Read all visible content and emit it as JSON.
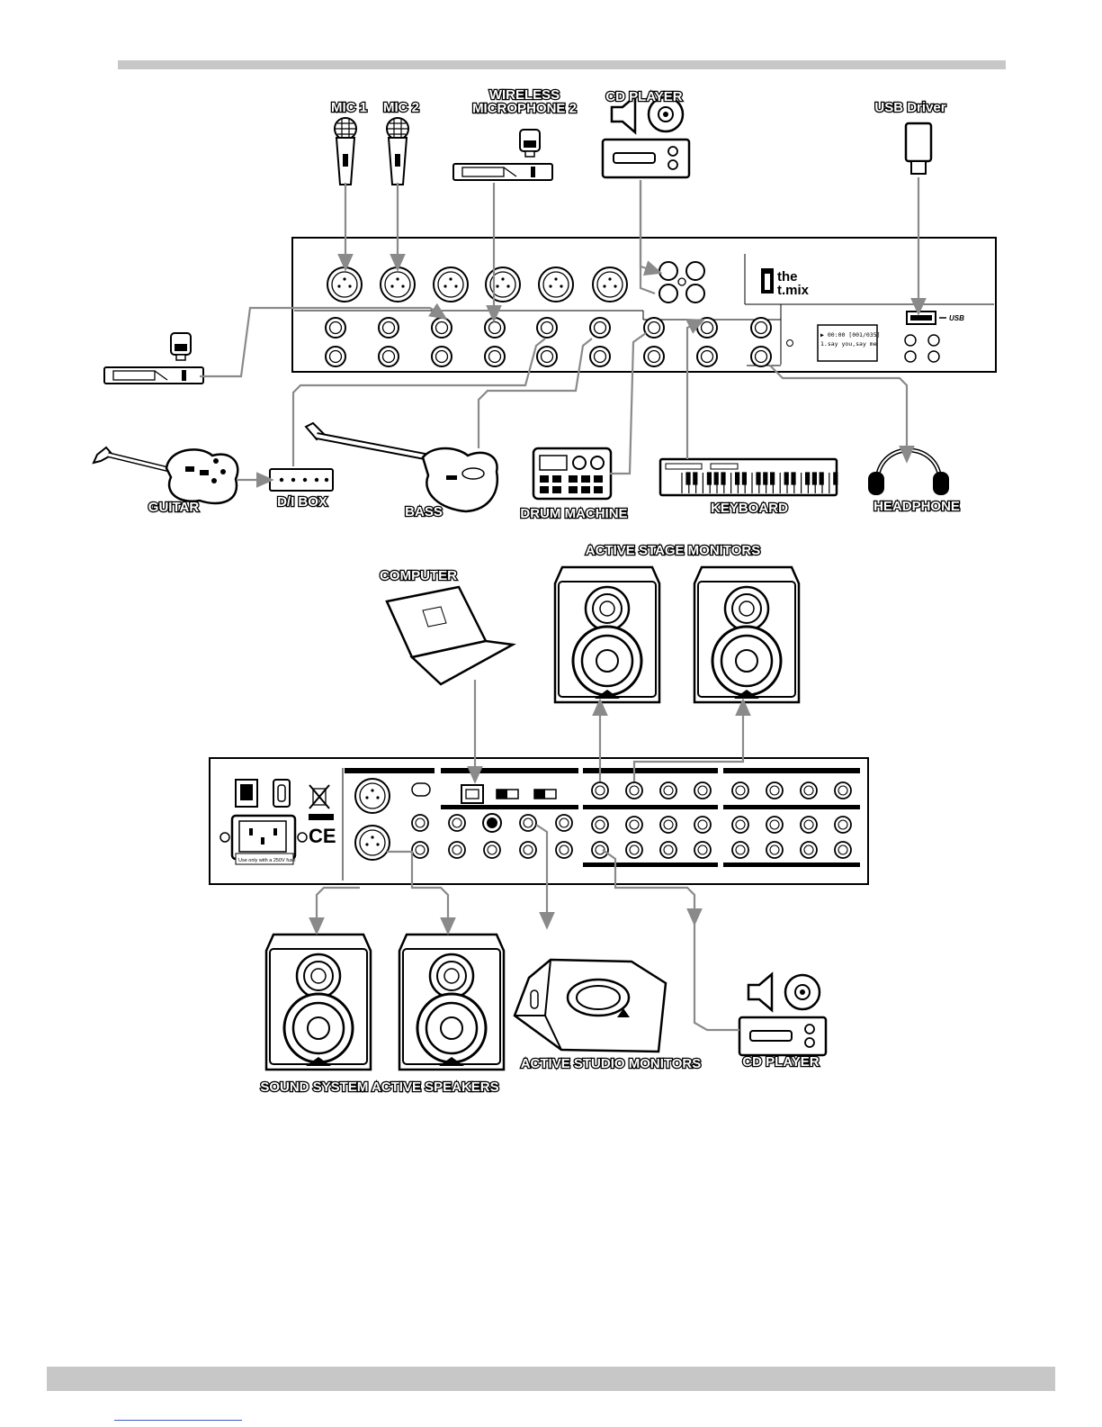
{
  "labels": {
    "mic1": "MIC 1",
    "mic2": "MIC 2",
    "wireless_line1": "WIRELESS",
    "wireless_line2": "MICROPHONE 2",
    "cd_player_top": "CD PLAYER",
    "usb_driver": "USB Driver",
    "guitar": "GUITAR",
    "di_box": "D/I BOX",
    "bass": "BASS",
    "drum_machine": "DRUM MACHINE",
    "keyboard": "KEYBOARD",
    "headphone": "HEADPHONE",
    "active_stage_monitors": "ACTIVE STAGE MONITORS",
    "computer": "COMPUTER",
    "sound_system": "SOUND SYSTEM ACTIVE SPEAKERS",
    "active_studio_monitors": "ACTIVE STUDIO MONITORS",
    "cd_player_bottom": "CD PLAYER"
  },
  "mixer": {
    "brand_line1": "the",
    "brand_line2": "t.mix",
    "display_line1": "▶ 00:00 [001/035]",
    "display_line2": "1.say you,say me",
    "usb_tag": "USB",
    "fuse_note": "Use only with a 250V fuse",
    "ce_mark": "CE"
  },
  "colors": {
    "line": "#000000",
    "arrow": "#8a8a8a",
    "bars": "#c7c7c7"
  }
}
